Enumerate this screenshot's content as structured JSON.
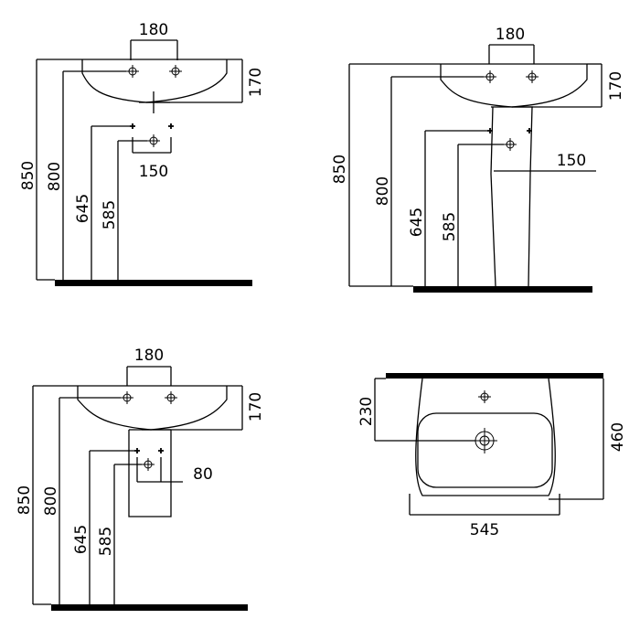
{
  "views": {
    "wall_hung": {
      "width_top": "180",
      "height_rim": "170",
      "height_total": "850",
      "height_outlet": "800",
      "height_supply_upper": "645",
      "height_supply_lower": "585",
      "supply_spacing": "150"
    },
    "pedestal": {
      "width_top": "180",
      "height_rim": "170",
      "height_total": "850",
      "height_outlet": "800",
      "height_supply_upper": "645",
      "height_supply_lower": "585",
      "supply_spacing": "150"
    },
    "semi_pedestal": {
      "width_top": "180",
      "height_rim": "170",
      "height_total": "850",
      "height_outlet": "800",
      "height_supply_upper": "645",
      "height_supply_lower": "585",
      "supply_spacing": "80"
    },
    "top_view": {
      "drain_offset": "230",
      "depth": "460",
      "width": "545"
    }
  },
  "icons": {
    "tap_hole": "crosshair-icon",
    "drain": "drain-icon"
  }
}
